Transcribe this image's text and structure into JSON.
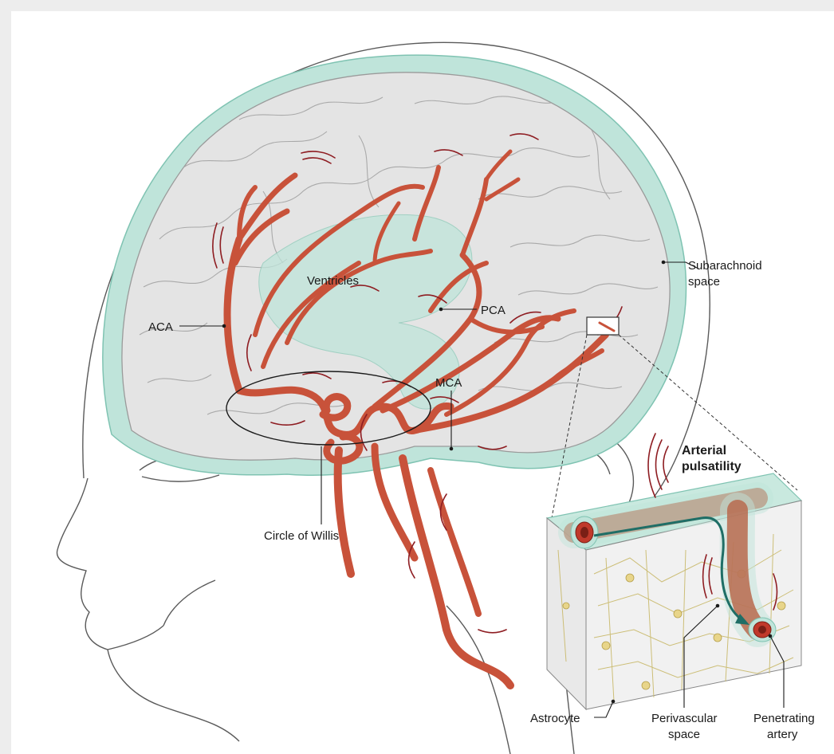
{
  "labels": {
    "subarachnoid": [
      "Subarachnoid",
      "space"
    ],
    "ventricles": "Ventricles",
    "aca": "ACA",
    "pca": "PCA",
    "mca": "MCA",
    "circle_of_willis": "Circle of Willis",
    "arterial_pulsatility": [
      "Arterial",
      "pulsatility"
    ],
    "astrocyte": "Astrocyte",
    "perivascular": [
      "Perivascular",
      "space"
    ],
    "penetrating": [
      "Penetrating",
      "artery"
    ]
  },
  "colors": {
    "artery": "#c8523a",
    "csf": "#bfe4da",
    "brain": "#e4e4e4",
    "pulse": "#8e1d22",
    "flow_arrow": "#1f6e66",
    "astrocyte": "#e8d58a"
  }
}
